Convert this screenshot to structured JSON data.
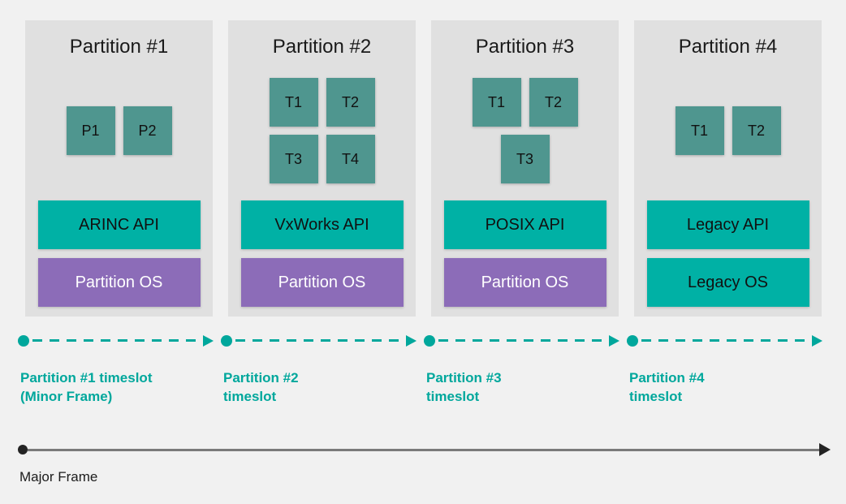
{
  "colors": {
    "page-bg": "#f1f1f1",
    "panel-bg": "#e0e0e0",
    "task-teal": "#4f968f",
    "bright-teal": "#00b1a5",
    "purple": "#8c6cb8",
    "timeslot-teal": "#00a79c",
    "frame-gray": "#7a7a7a",
    "ink": "#1a1a1a"
  },
  "partitions": [
    {
      "title": "Partition #1",
      "task_rows": [
        [
          "P1",
          "P2"
        ]
      ],
      "api_label": "ARINC API",
      "os_label": "Partition OS",
      "os_color": "purple",
      "timeslot_lines": [
        "Partition #1 timeslot",
        "(Minor Frame)"
      ]
    },
    {
      "title": "Partition #2",
      "task_rows": [
        [
          "T1",
          "T2"
        ],
        [
          "T3",
          "T4"
        ]
      ],
      "api_label": "VxWorks API",
      "os_label": "Partition OS",
      "os_color": "purple",
      "timeslot_lines": [
        "Partition #2",
        "timeslot"
      ]
    },
    {
      "title": "Partition #3",
      "task_rows": [
        [
          "T1",
          "T2"
        ],
        [
          "T3"
        ]
      ],
      "api_label": "POSIX API",
      "os_label": "Partition OS",
      "os_color": "purple",
      "timeslot_lines": [
        "Partition #3",
        "timeslot"
      ]
    },
    {
      "title": "Partition #4",
      "task_rows": [
        [
          "T1",
          "T2"
        ]
      ],
      "api_label": "Legacy API",
      "os_label": "Legacy OS",
      "os_color": "teal",
      "timeslot_lines": [
        "Partition #4",
        "timeslot"
      ]
    }
  ],
  "major_frame": {
    "label": "Major Frame"
  }
}
